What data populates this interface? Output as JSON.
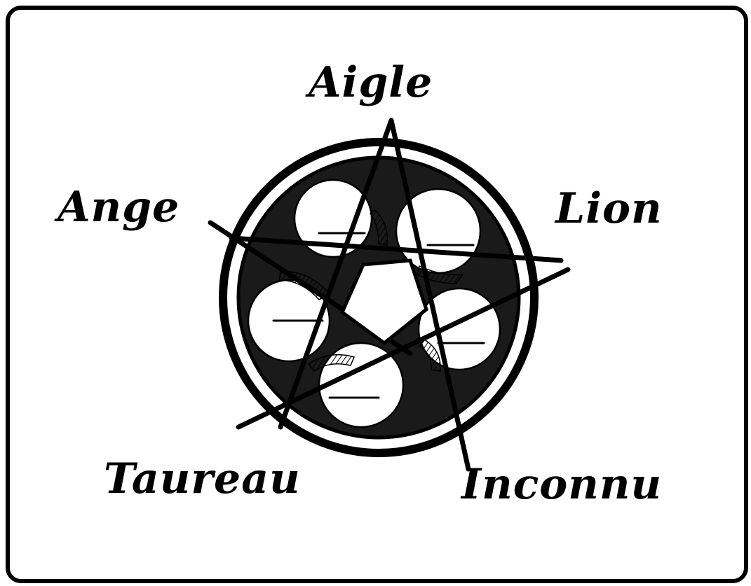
{
  "labels": {
    "top": "Aigle",
    "left": "Ange",
    "right": "Lion",
    "bottom_left": "Taureau",
    "bottom_right": "Inconnu"
  },
  "colors": {
    "ink": "#000000",
    "paper": "#ffffff",
    "hatch": "#555555"
  }
}
